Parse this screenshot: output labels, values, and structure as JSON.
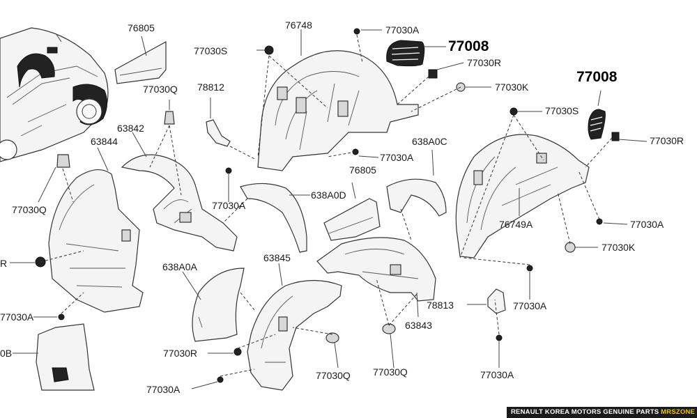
{
  "labels": {
    "l_76805_a": "76805",
    "l_76748": "76748",
    "l_77030a_1": "77030A",
    "l_77008_big1": "77008",
    "l_77030s_1": "77030S",
    "l_77030r_1": "77030R",
    "l_78812": "78812",
    "l_77030q_1": "77030Q",
    "l_77030k_1": "77030K",
    "l_77008_big2": "77008",
    "l_63842": "63842",
    "l_63844": "63844",
    "l_77030s_2": "77030S",
    "l_77030r_2": "77030R",
    "l_77030a_2": "77030A",
    "l_638a0c": "638A0C",
    "l_76805_b": "76805",
    "l_638a0d": "638A0D",
    "l_77030q_2": "77030Q",
    "l_77030a_3": "77030A",
    "l_76749a": "76749A",
    "l_77030a_4": "77030A",
    "l_77030k_2": "77030K",
    "l_r_partial": "R",
    "l_638a0a": "638A0A",
    "l_63845": "63845",
    "l_77030a_5": "77030A",
    "l_78813": "78813",
    "l_77030a_6": "77030A",
    "l_63843": "63843",
    "l_b_partial": "0B",
    "l_77030r_3": "77030R",
    "l_77030q_3": "77030Q",
    "l_77030q_4": "77030Q",
    "l_77030a_7": "77030A",
    "l_77030a_8": "77030A"
  },
  "footer": {
    "text": "RENAULT KOREA MOTORS GENUINE PARTS ",
    "accent": "MRSZONE"
  },
  "colors": {
    "line": "#333333",
    "part_fill": "#f4f4f4",
    "footer_bg": "#1b1b1b",
    "footer_accent": "#f2c200"
  }
}
